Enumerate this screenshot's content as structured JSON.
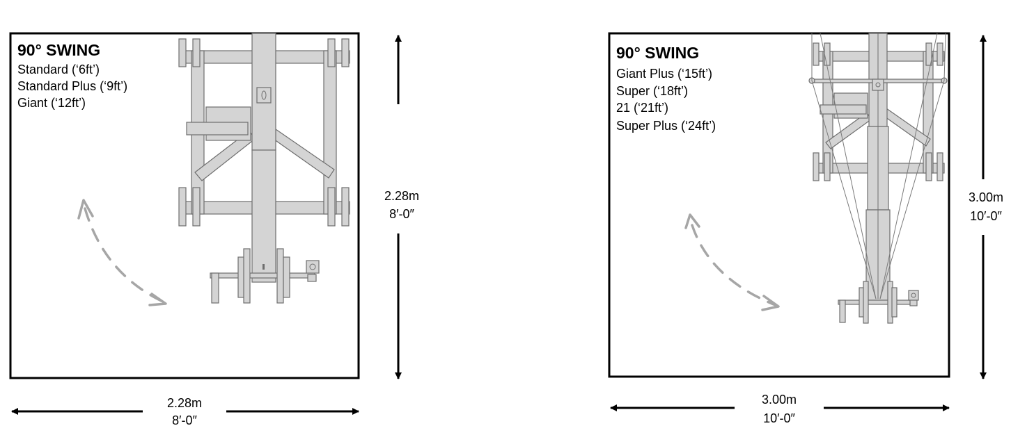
{
  "panels": [
    {
      "title": "90° SWING",
      "items": [
        "Standard (‘6ft’)",
        "Standard Plus (‘9ft’)",
        "Giant (‘12ft’)"
      ],
      "width_dim": {
        "metric": "2.28m",
        "imperial": "8′-0″"
      },
      "height_dim": {
        "metric": "2.28m",
        "imperial": "8′-0″"
      }
    },
    {
      "title": "90° SWING",
      "items": [
        "Giant Plus (‘15ft’)",
        "Super (‘18ft’)",
        "21 (‘21ft’)",
        "Super Plus (‘24ft’)"
      ],
      "width_dim": {
        "metric": "3.00m",
        "imperial": "10′-0″"
      },
      "height_dim": {
        "metric": "3.00m",
        "imperial": "10′-0″"
      }
    }
  ],
  "icons": {
    "swing": "curved-double-arrow-icon",
    "dimension": "double-arrow-icon"
  }
}
